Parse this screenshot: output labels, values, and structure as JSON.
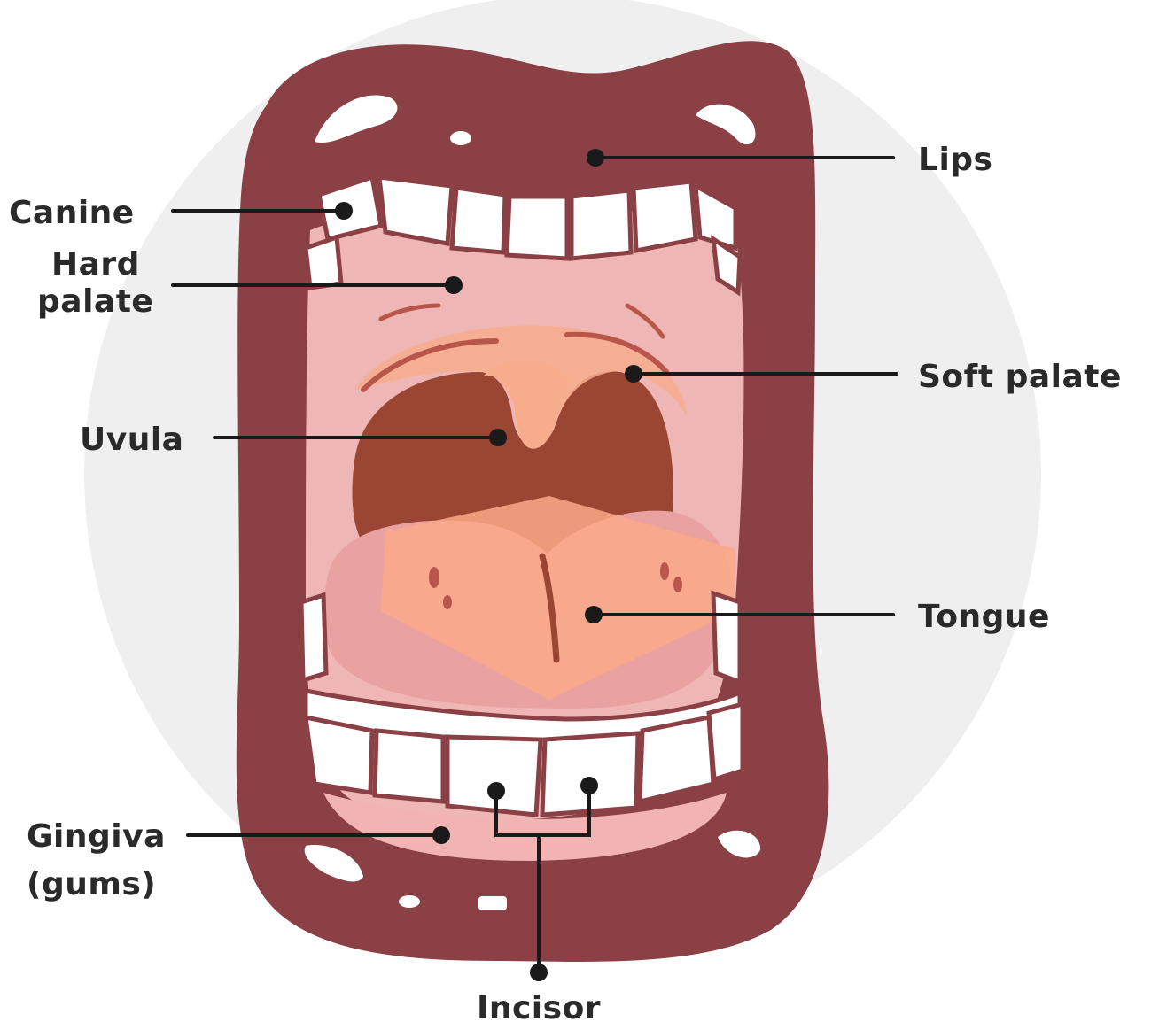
{
  "diagram": {
    "labels": {
      "lips": "Lips",
      "canine": "Canine",
      "hard_palate_line1": "Hard",
      "hard_palate_line2": "palate",
      "soft_palate": "Soft palate",
      "uvula": "Uvula",
      "tongue": "Tongue",
      "gingiva_line1": "Gingiva",
      "gingiva_line2": "(gums)",
      "incisor": "Incisor"
    },
    "colors": {
      "lip": "#8a4045",
      "background_circle": "#efefef",
      "palate": "#eeb6b4",
      "throat": "#9a4632",
      "uvula": "#f7ad8c",
      "tongue": "#e9a1a1",
      "tongue_highlight": "#f9a98a",
      "tooth": "#ffffff",
      "leader": "#1a1a1a"
    }
  }
}
